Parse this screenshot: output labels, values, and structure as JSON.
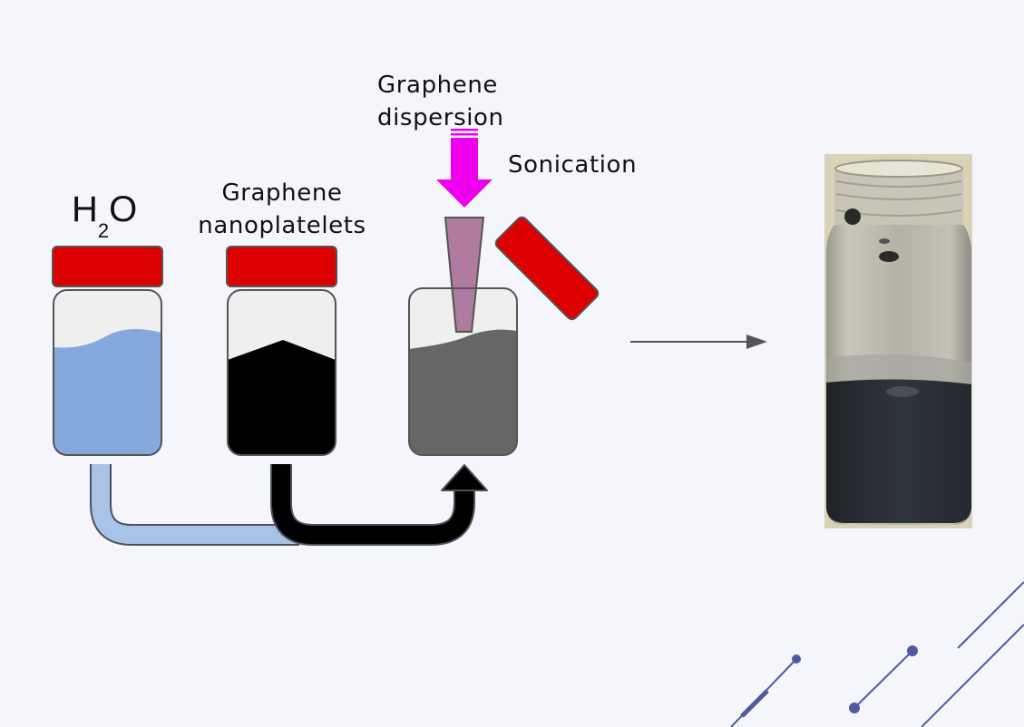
{
  "labels": {
    "water_main": "H",
    "water_sub": "2",
    "water_end": "O",
    "nanoplatelets_line1": "Graphene",
    "nanoplatelets_line2": "nanoplatelets",
    "dispersion_line1": "Graphene",
    "dispersion_line2": "dispersion",
    "sonication": "Sonication"
  },
  "colors": {
    "background": "#f5f6fc",
    "cap": "#dd0000",
    "water": "#85a9dc",
    "water_pipe": "#a9c3e6",
    "nanoplatelets": "#000000",
    "mixture": "#666666",
    "probe": "#b07aa1",
    "arrow_magenta": "#ee00ee",
    "accent_lines": "#4f5a9c"
  },
  "photo": {
    "description_icon": "vial-photo"
  }
}
